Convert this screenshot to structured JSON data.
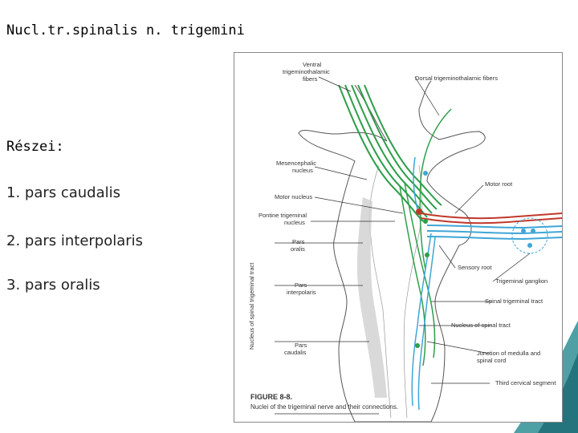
{
  "slide": {
    "title": "Nucl.tr.spinalis n. trigemini",
    "section_heading": "Részei:",
    "parts": [
      "1. pars caudalis",
      "2. pars interpolaris",
      "3. pars oralis"
    ]
  },
  "figure": {
    "labels": {
      "ventral_line1": "Ventral",
      "ventral_line2": "trigeminothalamic",
      "ventral_line3": "fibers",
      "dorsal": "Dorsal trigeminothalamic fibers",
      "mesencephalic_line1": "Mesencephalic",
      "mesencephalic_line2": "nucleus",
      "motor_nucleus": "Motor nucleus",
      "motor_root": "Motor root",
      "pontine_line1": "Pontine trigeminal",
      "pontine_line2": "nucleus",
      "pars_oralis_line1": "Pars",
      "pars_oralis_line2": "oralis",
      "sensory_root": "Sensory root",
      "trigeminal_ganglion": "Trigeminal ganglion",
      "pars_interpolaris_line1": "Pars",
      "pars_interpolaris_line2": "interpolaris",
      "spinal_tract": "Spinal trigeminal tract",
      "nucleus_spinal_tract": "Nucleus of spinal tract",
      "pars_caudalis_line1": "Pars",
      "pars_caudalis_line2": "caudalis",
      "junction_line1": "Junction of medulla and",
      "junction_line2": "spinal cord",
      "third_cervical": "Third cervical segment",
      "side_vertical": "Nucleus of spinal trigeminal tract",
      "figure_number": "FIGURE 8-8.",
      "caption": "Nuclei of the trigeminal nerve and their connections."
    }
  },
  "colors": {
    "green_fibers": "#2e9e4a",
    "blue_fibers": "#3fa6d6",
    "red_fibers": "#c0392b",
    "outline": "#555555",
    "bg_teal": "#2f8f95"
  }
}
